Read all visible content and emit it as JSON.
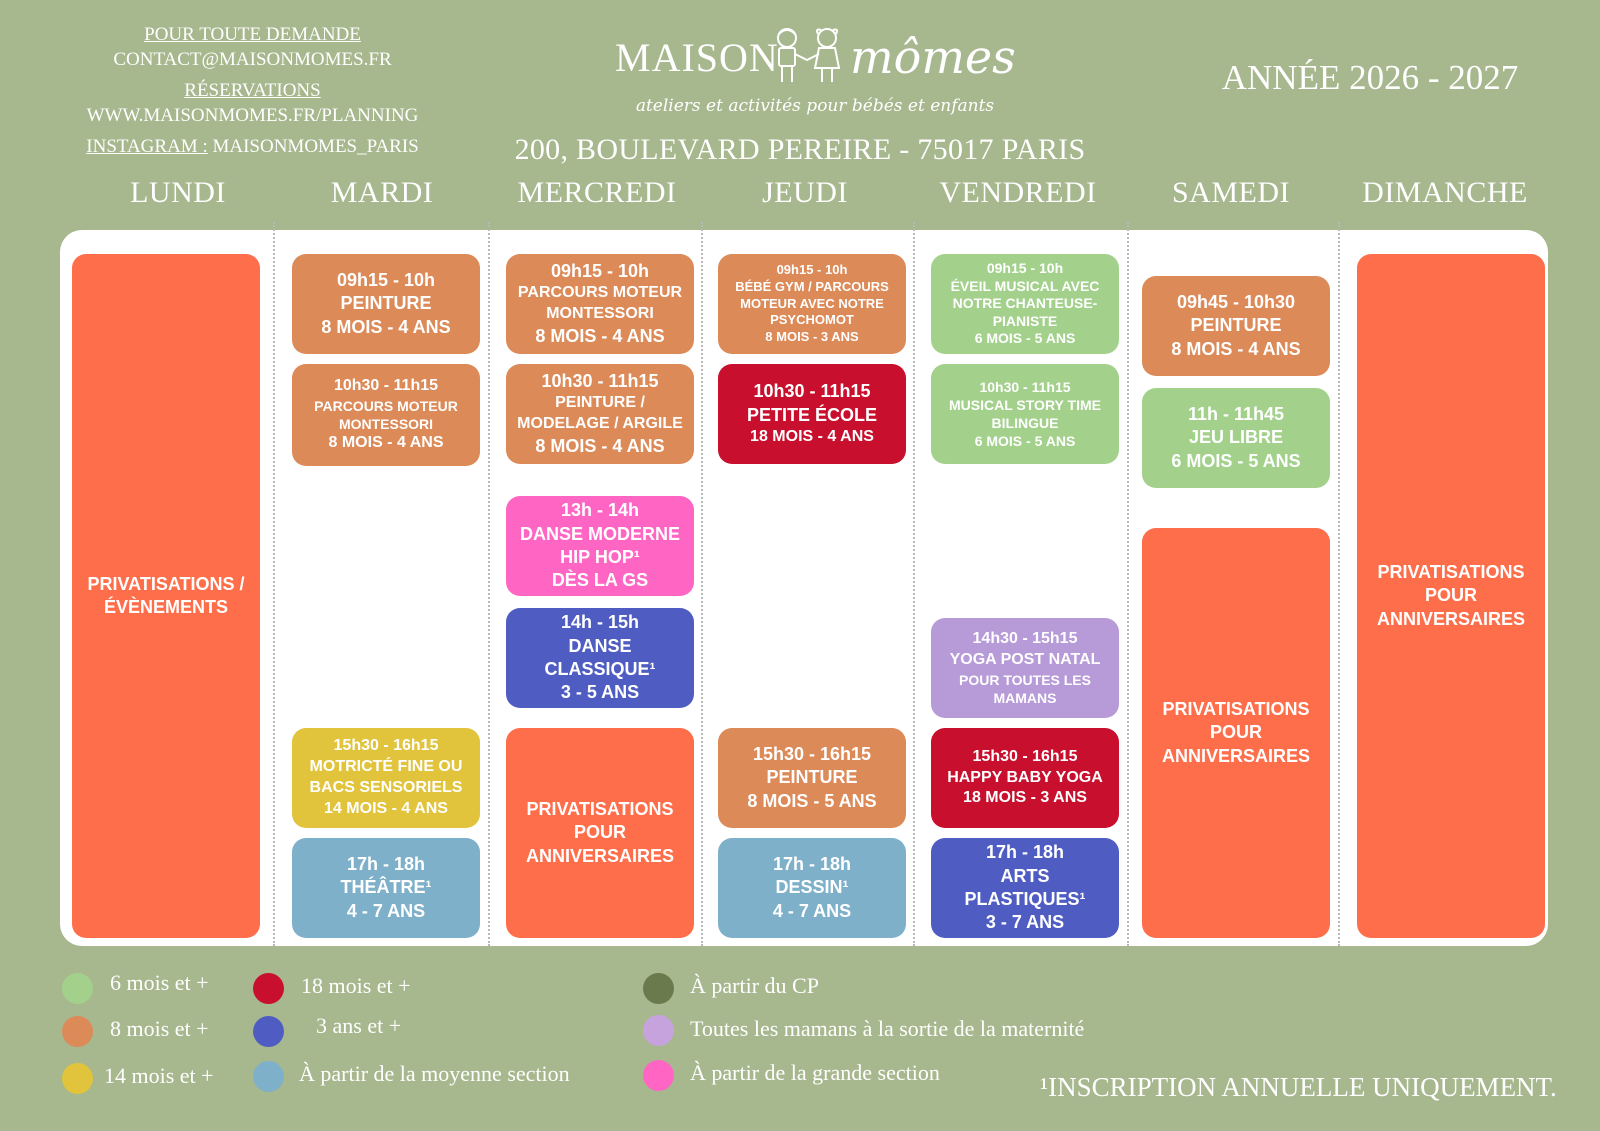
{
  "header": {
    "contact_label": "POUR TOUTE DEMANDE",
    "contact_email": "CONTACT@MAISONMOMES.FR",
    "reservations_label": "RÉSERVATIONS",
    "reservations_url": "WWW.MAISONMOMES.FR/PLANNING",
    "instagram_label": "INSTAGRAM :",
    "instagram_handle": "MAISONMOMES_PARIS",
    "logo_main": "MAISON",
    "logo_script": "mômes",
    "tagline": "ateliers et activités pour bébés et enfants",
    "address": "200, BOULEVARD PEREIRE - 75017 PARIS",
    "year": "ANNÉE 2026 - 2027"
  },
  "days": [
    "LUNDI",
    "MARDI",
    "MERCREDI",
    "JEUDI",
    "VENDREDI",
    "SAMEDI",
    "DIMANCHE"
  ],
  "schedule": {
    "lundi": [
      {
        "lines": [
          "PRIVATISATIONS /",
          "ÉVÈNEMENTS"
        ],
        "color": "#ff6e4a"
      }
    ],
    "mardi": [
      {
        "lines": [
          "09h15 - 10h",
          "PEINTURE",
          "8 MOIS - 4 ANS"
        ],
        "color": "#dc8a58"
      },
      {
        "lines": [
          "10h30 - 11h15",
          "PARCOURS MOTEUR",
          "MONTESSORI",
          "8 MOIS - 4 ANS"
        ],
        "color": "#dc8a58"
      },
      {
        "lines": [
          "15h30 - 16h15",
          "MOTRICTÉ FINE OU",
          "BACS SENSORIELS",
          "14 MOIS - 4 ANS"
        ],
        "color": "#e1c43c"
      },
      {
        "lines": [
          "17h - 18h",
          "THÉÂTRE¹",
          "4 - 7 ANS"
        ],
        "color": "#7fb0c9"
      }
    ],
    "mercredi": [
      {
        "lines": [
          "09h15 - 10h",
          "PARCOURS MOTEUR",
          "MONTESSORI",
          "8 MOIS - 4 ANS"
        ],
        "color": "#dc8a58"
      },
      {
        "lines": [
          "10h30 - 11h15",
          "PEINTURE /",
          "MODELAGE / ARGILE",
          "8 MOIS - 4 ANS"
        ],
        "color": "#dc8a58"
      },
      {
        "lines": [
          "13h - 14h",
          "DANSE MODERNE",
          "HIP HOP¹",
          "DÈS LA GS"
        ],
        "color": "#ff66c4"
      },
      {
        "lines": [
          "14h - 15h",
          "DANSE",
          "CLASSIQUE¹",
          "3 - 5 ANS"
        ],
        "color": "#4f5dc2"
      },
      {
        "lines": [
          "PRIVATISATIONS",
          "POUR",
          "ANNIVERSAIRES"
        ],
        "color": "#ff6e4a"
      }
    ],
    "jeudi": [
      {
        "lines": [
          "09h15 - 10h",
          "BÉBÉ GYM / PARCOURS",
          "MOTEUR AVEC NOTRE",
          "PSYCHOMOT",
          "8 MOIS - 3 ANS"
        ],
        "color": "#dc8a58"
      },
      {
        "lines": [
          "10h30 - 11h15",
          "PETITE ÉCOLE",
          "18 MOIS - 4 ANS"
        ],
        "color": "#c8102e"
      },
      {
        "lines": [
          "15h30 - 16h15",
          "PEINTURE",
          "8 MOIS - 5 ANS"
        ],
        "color": "#dc8a58"
      },
      {
        "lines": [
          "17h - 18h",
          "DESSIN¹",
          "4 - 7 ANS"
        ],
        "color": "#7fb0c9"
      }
    ],
    "vendredi": [
      {
        "lines": [
          "09h15 - 10h",
          "ÉVEIL MUSICAL AVEC",
          "NOTRE CHANTEUSE-",
          "PIANISTE",
          "6 MOIS - 5 ANS"
        ],
        "color": "#a3d18c"
      },
      {
        "lines": [
          "10h30 - 11h15",
          "MUSICAL STORY TIME",
          "BILINGUE",
          "6 MOIS - 5 ANS"
        ],
        "color": "#a3d18c"
      },
      {
        "lines": [
          "14h30 - 15h15",
          "YOGA POST NATAL",
          "POUR TOUTES LES",
          "MAMANS"
        ],
        "color": "#b79ad8"
      },
      {
        "lines": [
          "15h30 - 16h15",
          "HAPPY BABY YOGA",
          "18 MOIS - 3 ANS"
        ],
        "color": "#c8102e"
      },
      {
        "lines": [
          "17h - 18h",
          "ARTS",
          "PLASTIQUES¹",
          "3 - 7 ANS"
        ],
        "color": "#4f5dc2"
      }
    ],
    "samedi": [
      {
        "lines": [
          "09h45 - 10h30",
          "PEINTURE",
          "8 MOIS - 4 ANS"
        ],
        "color": "#dc8a58"
      },
      {
        "lines": [
          "11h - 11h45",
          "JEU LIBRE",
          "6 MOIS - 5 ANS"
        ],
        "color": "#a3d18c"
      },
      {
        "lines": [
          "PRIVATISATIONS",
          "POUR",
          "ANNIVERSAIRES"
        ],
        "color": "#ff6e4a"
      }
    ],
    "dimanche": [
      {
        "lines": [
          "PRIVATISATIONS",
          "POUR",
          "ANNIVERSAIRES"
        ],
        "color": "#ff6e4a"
      }
    ]
  },
  "legend": [
    {
      "label": "6 mois et +",
      "color": "#a3d18c"
    },
    {
      "label": "8 mois et +",
      "color": "#dc8a58"
    },
    {
      "label": "14 mois et +",
      "color": "#e1c43c"
    },
    {
      "label": "18 mois et +",
      "color": "#c8102e"
    },
    {
      "label": "3 ans et +",
      "color": "#4f5dc2"
    },
    {
      "label": "À partir de la moyenne section",
      "color": "#7fb0c9"
    },
    {
      "label": "À partir du CP",
      "color": "#6a7a4d"
    },
    {
      "label": "Toutes les mamans à la sortie de la maternité",
      "color": "#c7a3de"
    },
    {
      "label": "À partir de la grande section",
      "color": "#ff66c4"
    }
  ],
  "footnote": "¹INSCRIPTION ANNUELLE UNIQUEMENT."
}
